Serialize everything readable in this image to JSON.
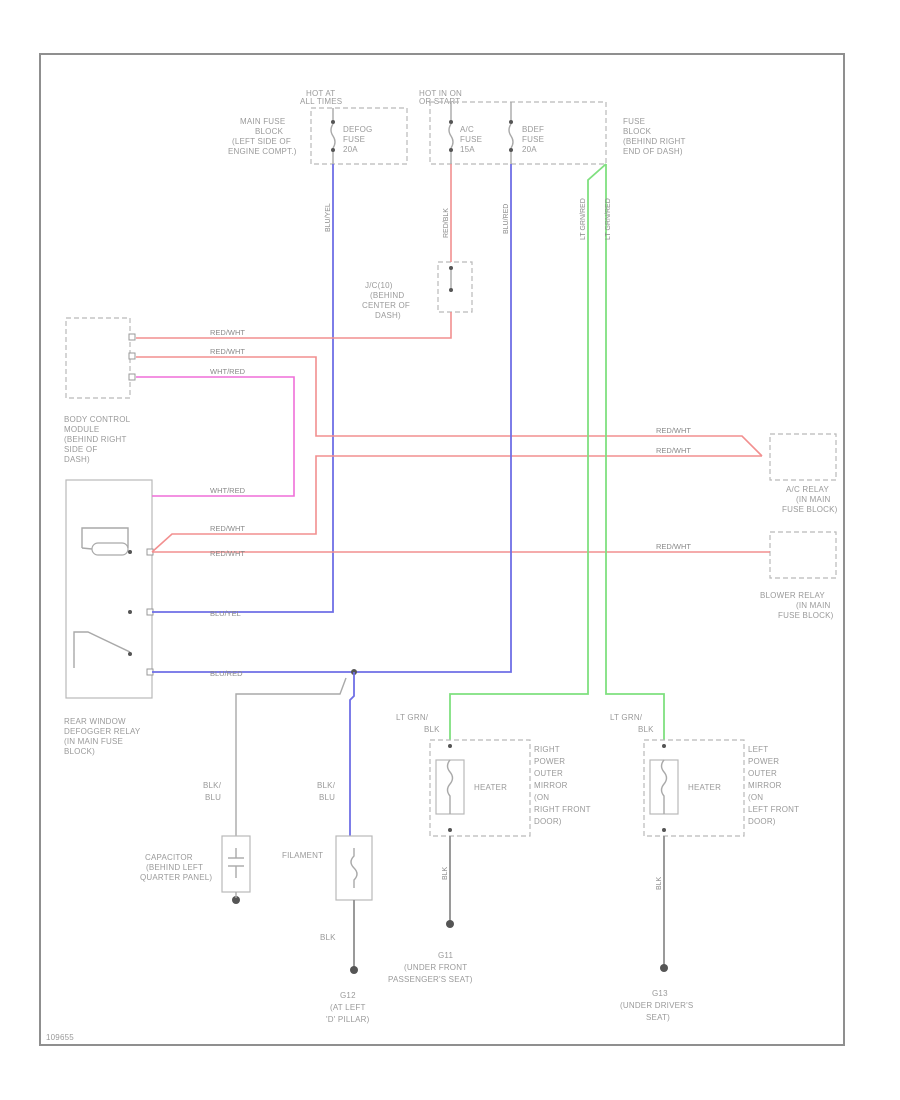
{
  "fuses": {
    "hot_at_all_times": "HOT AT ALL TIMES",
    "main_fuse_block": "MAIN FUSE BLOCK (LEFT SIDE OF ENGINE COMPT.)",
    "main_fuse_block_lines": [
      "MAIN FUSE",
      "BLOCK",
      "(LEFT SIDE OF",
      "ENGINE COMPT.)"
    ],
    "defog_fuse": [
      "DEFOG",
      "FUSE",
      "20A"
    ],
    "hot_in_on": [
      "HOT IN ON",
      "OR START"
    ],
    "ac_fuse": [
      "A/C",
      "FUSE",
      "15A"
    ],
    "bdef_fuse": [
      "BDEF",
      "FUSE",
      "20A"
    ],
    "fuse_block": [
      "FUSE",
      "BLOCK",
      "(BEHIND RIGHT",
      "END OF DASH)"
    ]
  },
  "wire_colors": {
    "blu": "BLU/YEL",
    "red_wht": "RED/WHT",
    "lt_grn": "LT GRN/BLK",
    "blu_red": "BLU/RED",
    "red_blk": "RED/BLK",
    "lt_grn_red": "LT GRN/RED",
    "wht_red": "WHT/RED",
    "blk_blu": [
      "BLK/",
      "BLU"
    ],
    "blk": "BLK",
    "lt_grn_blk_a": [
      "LT GRN/",
      "BLK"
    ],
    "lt_grn_blk_b": [
      "LT GRN/",
      "BLK"
    ]
  },
  "components": {
    "jc": [
      "J/C(10)",
      "(BEHIND",
      "CENTER OF",
      "DASH)"
    ],
    "bcm": [
      "BODY CONTROL",
      "MODULE",
      "(BEHIND RIGHT",
      "SIDE OF",
      "DASH)"
    ],
    "ac_relay": [
      "A/C RELAY",
      "(IN MAIN",
      "FUSE BLOCK)"
    ],
    "blower_relay": [
      "BLOWER RELAY",
      "(IN MAIN",
      "FUSE BLOCK)"
    ],
    "rear_defog_relay": [
      "REAR WINDOW",
      "DEFOGGER RELAY",
      "(IN MAIN FUSE",
      "BLOCK)"
    ],
    "capacitor": [
      "CAPACITOR",
      "(BEHIND LEFT",
      "QUARTER PANEL)"
    ],
    "filament": "FILAMENT",
    "heater_right": "HEATER",
    "heater_left": "HEATER",
    "right_mirror": [
      "RIGHT",
      "POWER",
      "OUTER",
      "MIRROR",
      "(ON",
      "RIGHT FRONT",
      "DOOR)"
    ],
    "left_mirror": [
      "LEFT",
      "POWER",
      "OUTER",
      "MIRROR",
      "(ON",
      "LEFT FRONT",
      "DOOR)"
    ]
  },
  "grounds": {
    "g2": [
      "G12",
      "(AT LEFT",
      "'D' PILLAR)"
    ],
    "g11": [
      "G11",
      "(UNDER FRONT",
      "PASSENGER'S SEAT)"
    ],
    "g3": [
      "G13",
      "(UNDER DRIVER'S",
      "SEAT)"
    ]
  },
  "footer": {
    "code": "109655"
  },
  "colors": {
    "red_wire": "#f28f8f",
    "pink_wire": "#ef6fd8",
    "blue_wire": "#6f6fe6",
    "green_wire": "#7fe07f",
    "ground_wire": "#8f8f8f",
    "frame": "#8f8f8f"
  }
}
